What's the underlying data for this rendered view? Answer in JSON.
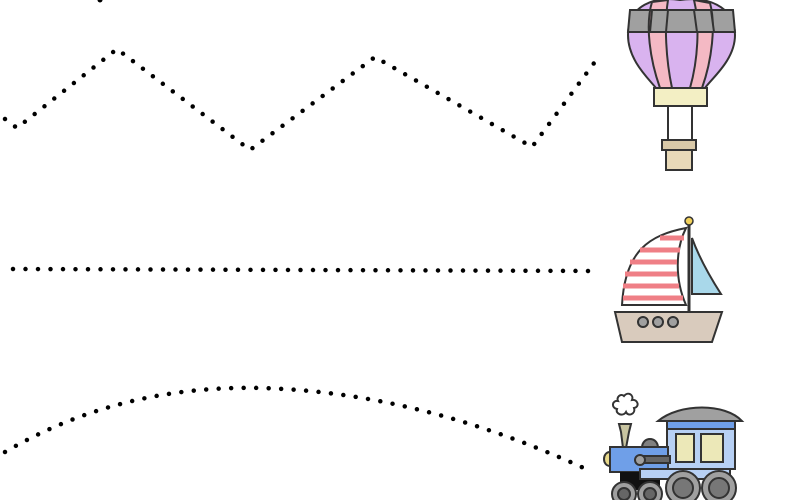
{
  "worksheet": {
    "rows": [
      {
        "line_style": "zigzag",
        "picture": "hot-air-balloon-icon"
      },
      {
        "line_style": "straight",
        "picture": "sailboat-icon"
      },
      {
        "line_style": "arc",
        "picture": "steam-train-icon"
      }
    ],
    "colors": {
      "dots": "#000000",
      "balloon_purple": "#d9b3ef",
      "balloon_pink": "#f4b9c4",
      "balloon_gray": "#a0a0a0",
      "sail_red": "#ef7f86",
      "sail_blue": "#a9d8ea",
      "hull": "#d9cbbd",
      "train_blue": "#6f9fe8",
      "train_light_blue": "#b7d0f4",
      "window_yellow": "#ece8b8"
    }
  }
}
